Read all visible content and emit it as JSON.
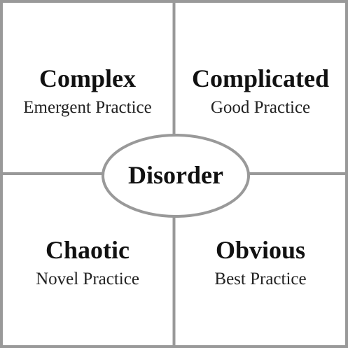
{
  "colors": {
    "line": "#999999",
    "text": "#111111",
    "background": "#ffffff"
  },
  "domains": {
    "complex": {
      "title": "Complex",
      "subtitle": "Emergent Practice"
    },
    "complicated": {
      "title": "Complicated",
      "subtitle": "Good Practice"
    },
    "chaotic": {
      "title": "Chaotic",
      "subtitle": "Novel Practice"
    },
    "obvious": {
      "title": "Obvious",
      "subtitle": "Best Practice"
    }
  },
  "center": {
    "title": "Disorder"
  }
}
